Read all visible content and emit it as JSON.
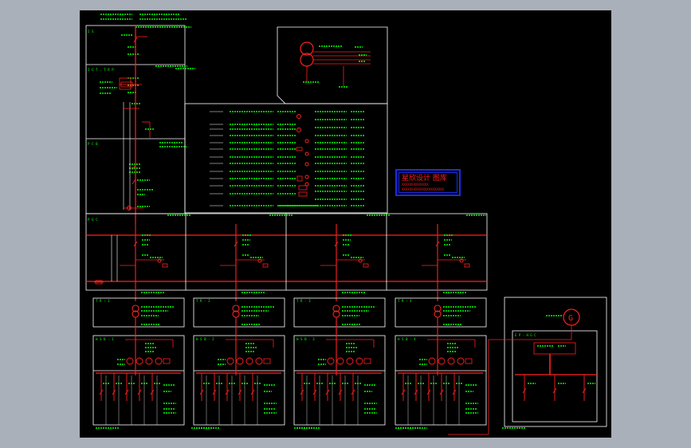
{
  "colors": {
    "background": "#a9b0b9",
    "canvas": "#000000",
    "line": "#ffffff",
    "bus": "#ff2020",
    "text": "#00ff00"
  },
  "panels": {
    "incoming": [
      "I S",
      "I C T . T R P",
      "P C B"
    ],
    "distribution": "P G C",
    "transformers": [
      "T R - 1",
      "T R - 2",
      "T R - 3",
      "T R - 4"
    ],
    "boards": [
      "H S B - 1",
      "H S B - 2",
      "H S B - 3",
      "H S B - 4"
    ],
    "generator": {
      "symbol": "G",
      "board": "E P - H G C"
    }
  },
  "stamp": {
    "title": "星欣设计 图库",
    "line1": "XXXXXXXXXXXXXX",
    "line2": "XXXXXXXXXXXXXXXXXXXXXX"
  },
  "icons": [
    "transformer-icon",
    "generator-icon",
    "breaker-icon",
    "stamp-icon"
  ]
}
